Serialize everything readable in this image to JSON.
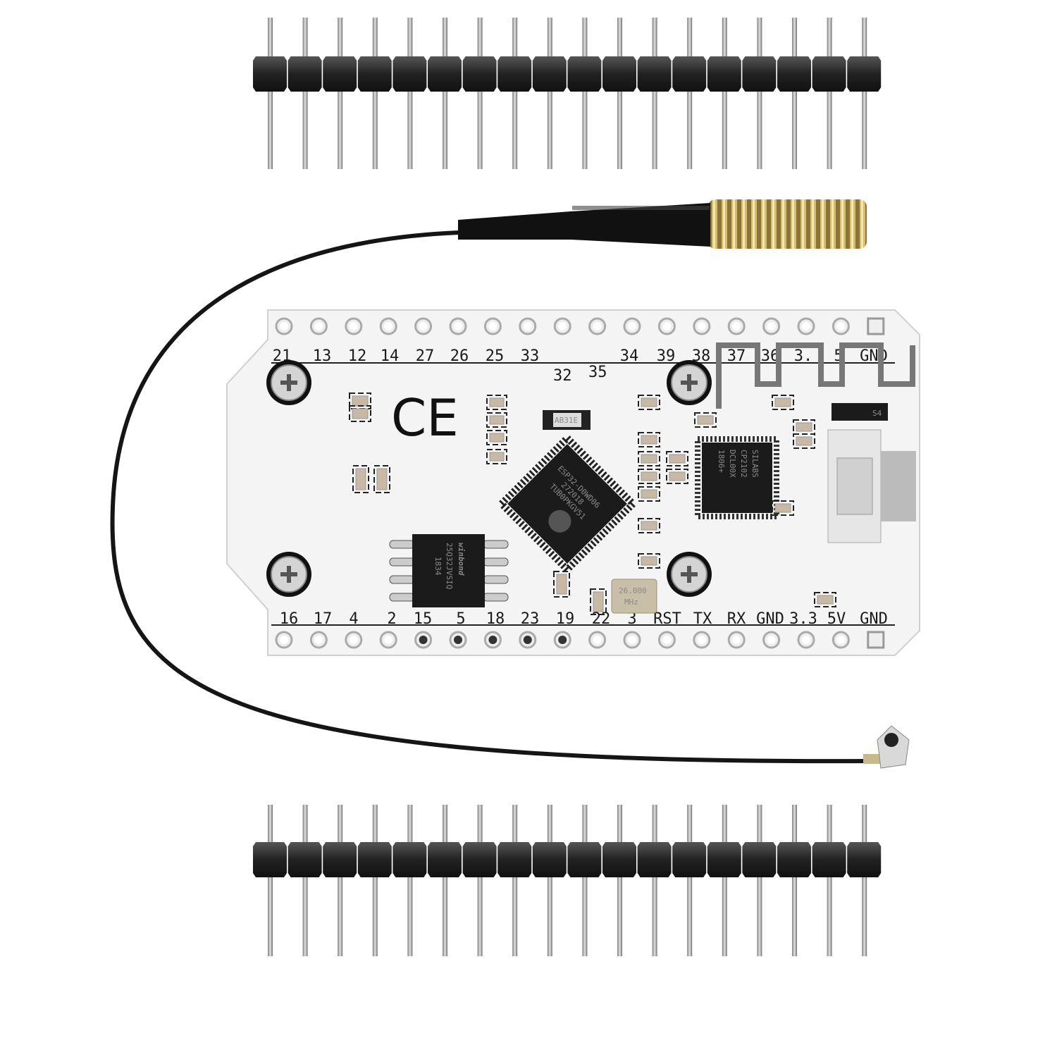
{
  "colors": {
    "pcb": "#f4f4f4",
    "silkscreen": "#1a1a1a",
    "header_plastic": "#2b2b2b",
    "pin_metal": "#b8b8b8",
    "spring": "#c9ab5e",
    "cable": "#151515"
  },
  "top_header": {
    "pin_count": 18
  },
  "bottom_header": {
    "pin_count": 18
  },
  "board": {
    "top_labels": [
      "21",
      "13",
      "12",
      "14",
      "27",
      "26",
      "25",
      "33",
      "34",
      "39",
      "38",
      "37",
      "36",
      "3.",
      "5",
      "GND"
    ],
    "extra_labels": [
      "32",
      "35"
    ],
    "bottom_labels": [
      "16",
      "17",
      "4",
      "2",
      "15",
      "5",
      "18",
      "23",
      "19",
      "22",
      "3",
      "RST",
      "TX",
      "RX",
      "GND",
      "3.3",
      "5V",
      "GND"
    ],
    "ce_mark": "CE",
    "esp_chip": [
      "ESP32-D0WD06",
      "272018",
      "TUB0PKGV51"
    ],
    "usb_chip": [
      "SILABS",
      "CP2102",
      "DCL00X",
      "1806+"
    ],
    "flash_chip": [
      "winbond",
      "25Q32JVSIQ",
      "1834"
    ],
    "crystal": [
      "26.000",
      "MHz"
    ],
    "small_part": "AB31E",
    "diode": "S4"
  }
}
